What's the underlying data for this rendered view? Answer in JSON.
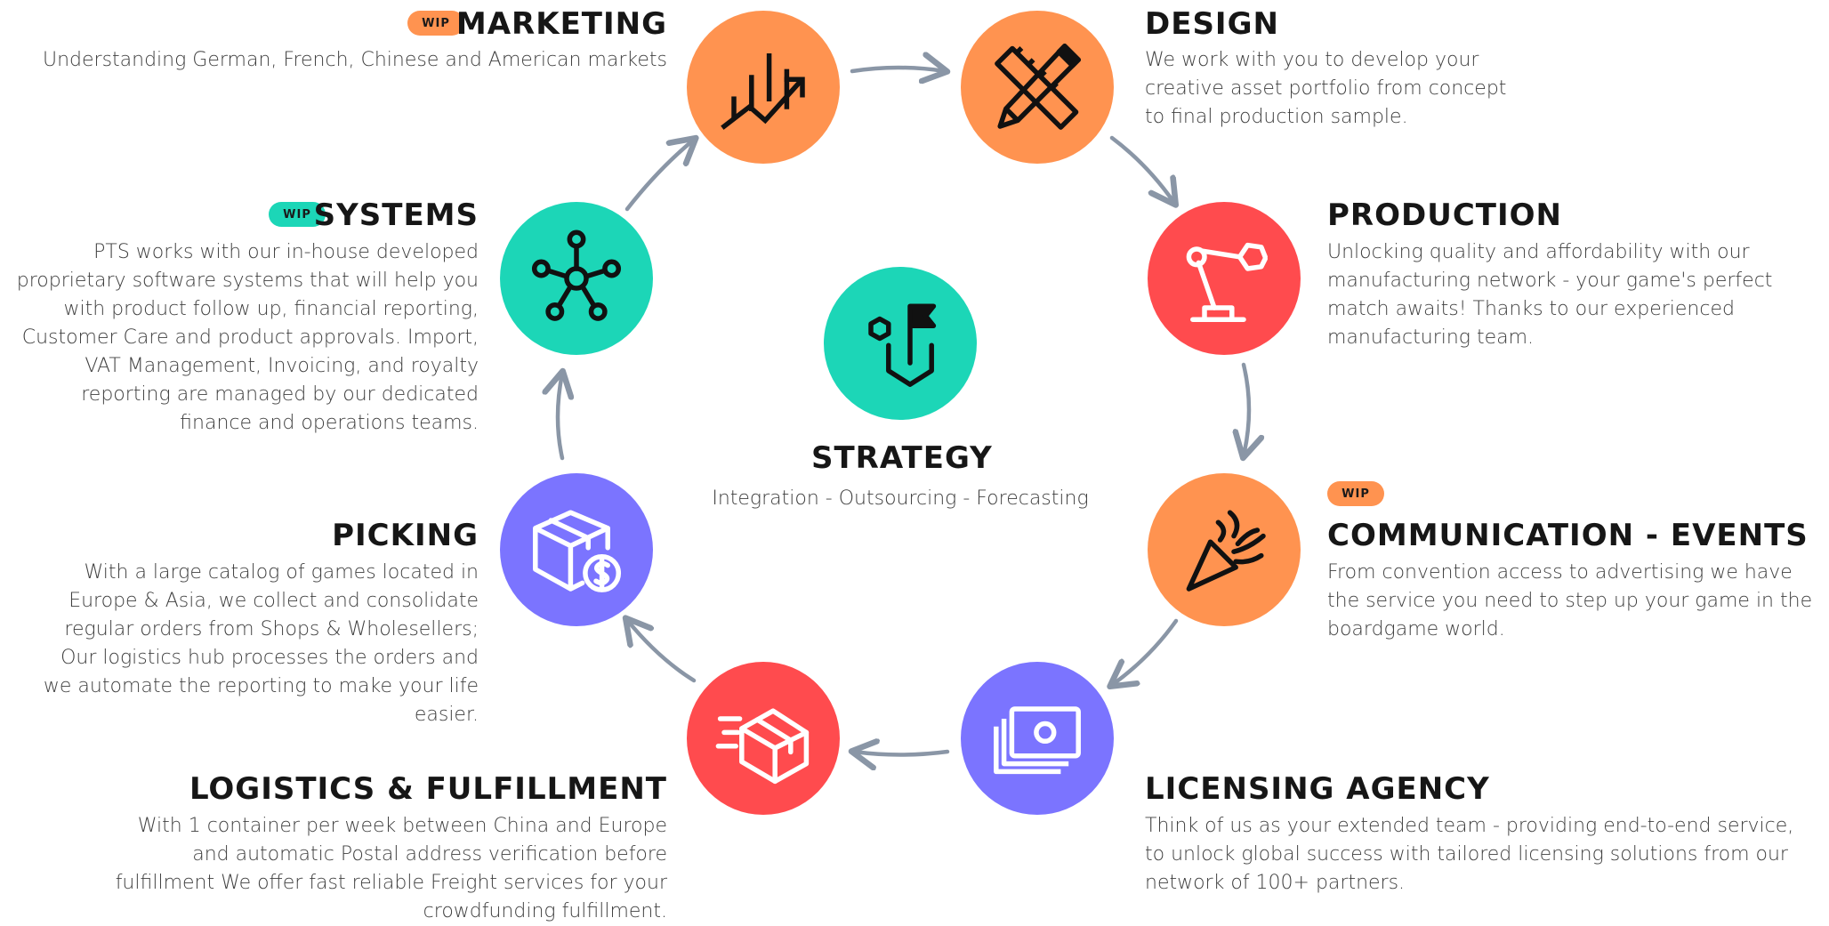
{
  "colors": {
    "orange": "#ff9350",
    "red": "#ff4b4e",
    "teal": "#1cd6b7",
    "purple": "#7b74ff",
    "arrow": "#8a96a6"
  },
  "center": {
    "title": "STRATEGY",
    "subtitle": "Integration - Outsourcing - Forecasting",
    "icon": "hexagon-flag-icon"
  },
  "marketing": {
    "badge": "WIP",
    "title": "MARKETING",
    "desc": "Understanding German, French, Chinese and American markets",
    "icon": "growth-chart-icon"
  },
  "design": {
    "title": "DESIGN",
    "desc": "We work with you to develop your creative asset portfolio from concept to final production sample.",
    "icon": "ruler-pencil-icon"
  },
  "production": {
    "title": "PRODUCTION",
    "desc": "Unlocking quality and affordability with our manufacturing network - your game's perfect match awaits! Thanks to our experienced manufacturing team.",
    "icon": "robot-arm-icon"
  },
  "communication": {
    "badge": "WIP",
    "title": "COMMUNICATION - EVENTS",
    "desc": "From convention access to advertising we have the service you need to step up your game in the boardgame world.",
    "icon": "party-popper-icon"
  },
  "licensing": {
    "title": "LICENSING AGENCY",
    "desc": "Think of us as your extended team  - providing end-to-end service, to unlock global success with tailored licensing solutions from our network of 100+ partners.",
    "icon": "cash-icon"
  },
  "logistics": {
    "title": "LOGISTICS & FULFILLMENT",
    "desc": "With 1 container per week between China and Europe and automatic Postal address verification before fulfillment We offer fast reliable Freight services for your crowdfunding fulfillment.",
    "icon": "fast-box-icon"
  },
  "picking": {
    "title": "PICKING",
    "desc": "With a large catalog of games located in Europe & Asia, we collect and consolidate regular orders from Shops & Wholesellers; Our logistics hub processes the orders and we automate the reporting to make your life easier.",
    "icon": "box-dollar-icon"
  },
  "systems": {
    "badge": "WIP",
    "title": "SYSTEMS",
    "desc": "PTS works with our in-house developed proprietary software systems that will help you with product follow up, financial reporting, Customer Care and product approvals. Import, VAT Management, Invoicing, and royalty reporting are managed by our dedicated finance and operations teams.",
    "icon": "network-hub-icon"
  }
}
